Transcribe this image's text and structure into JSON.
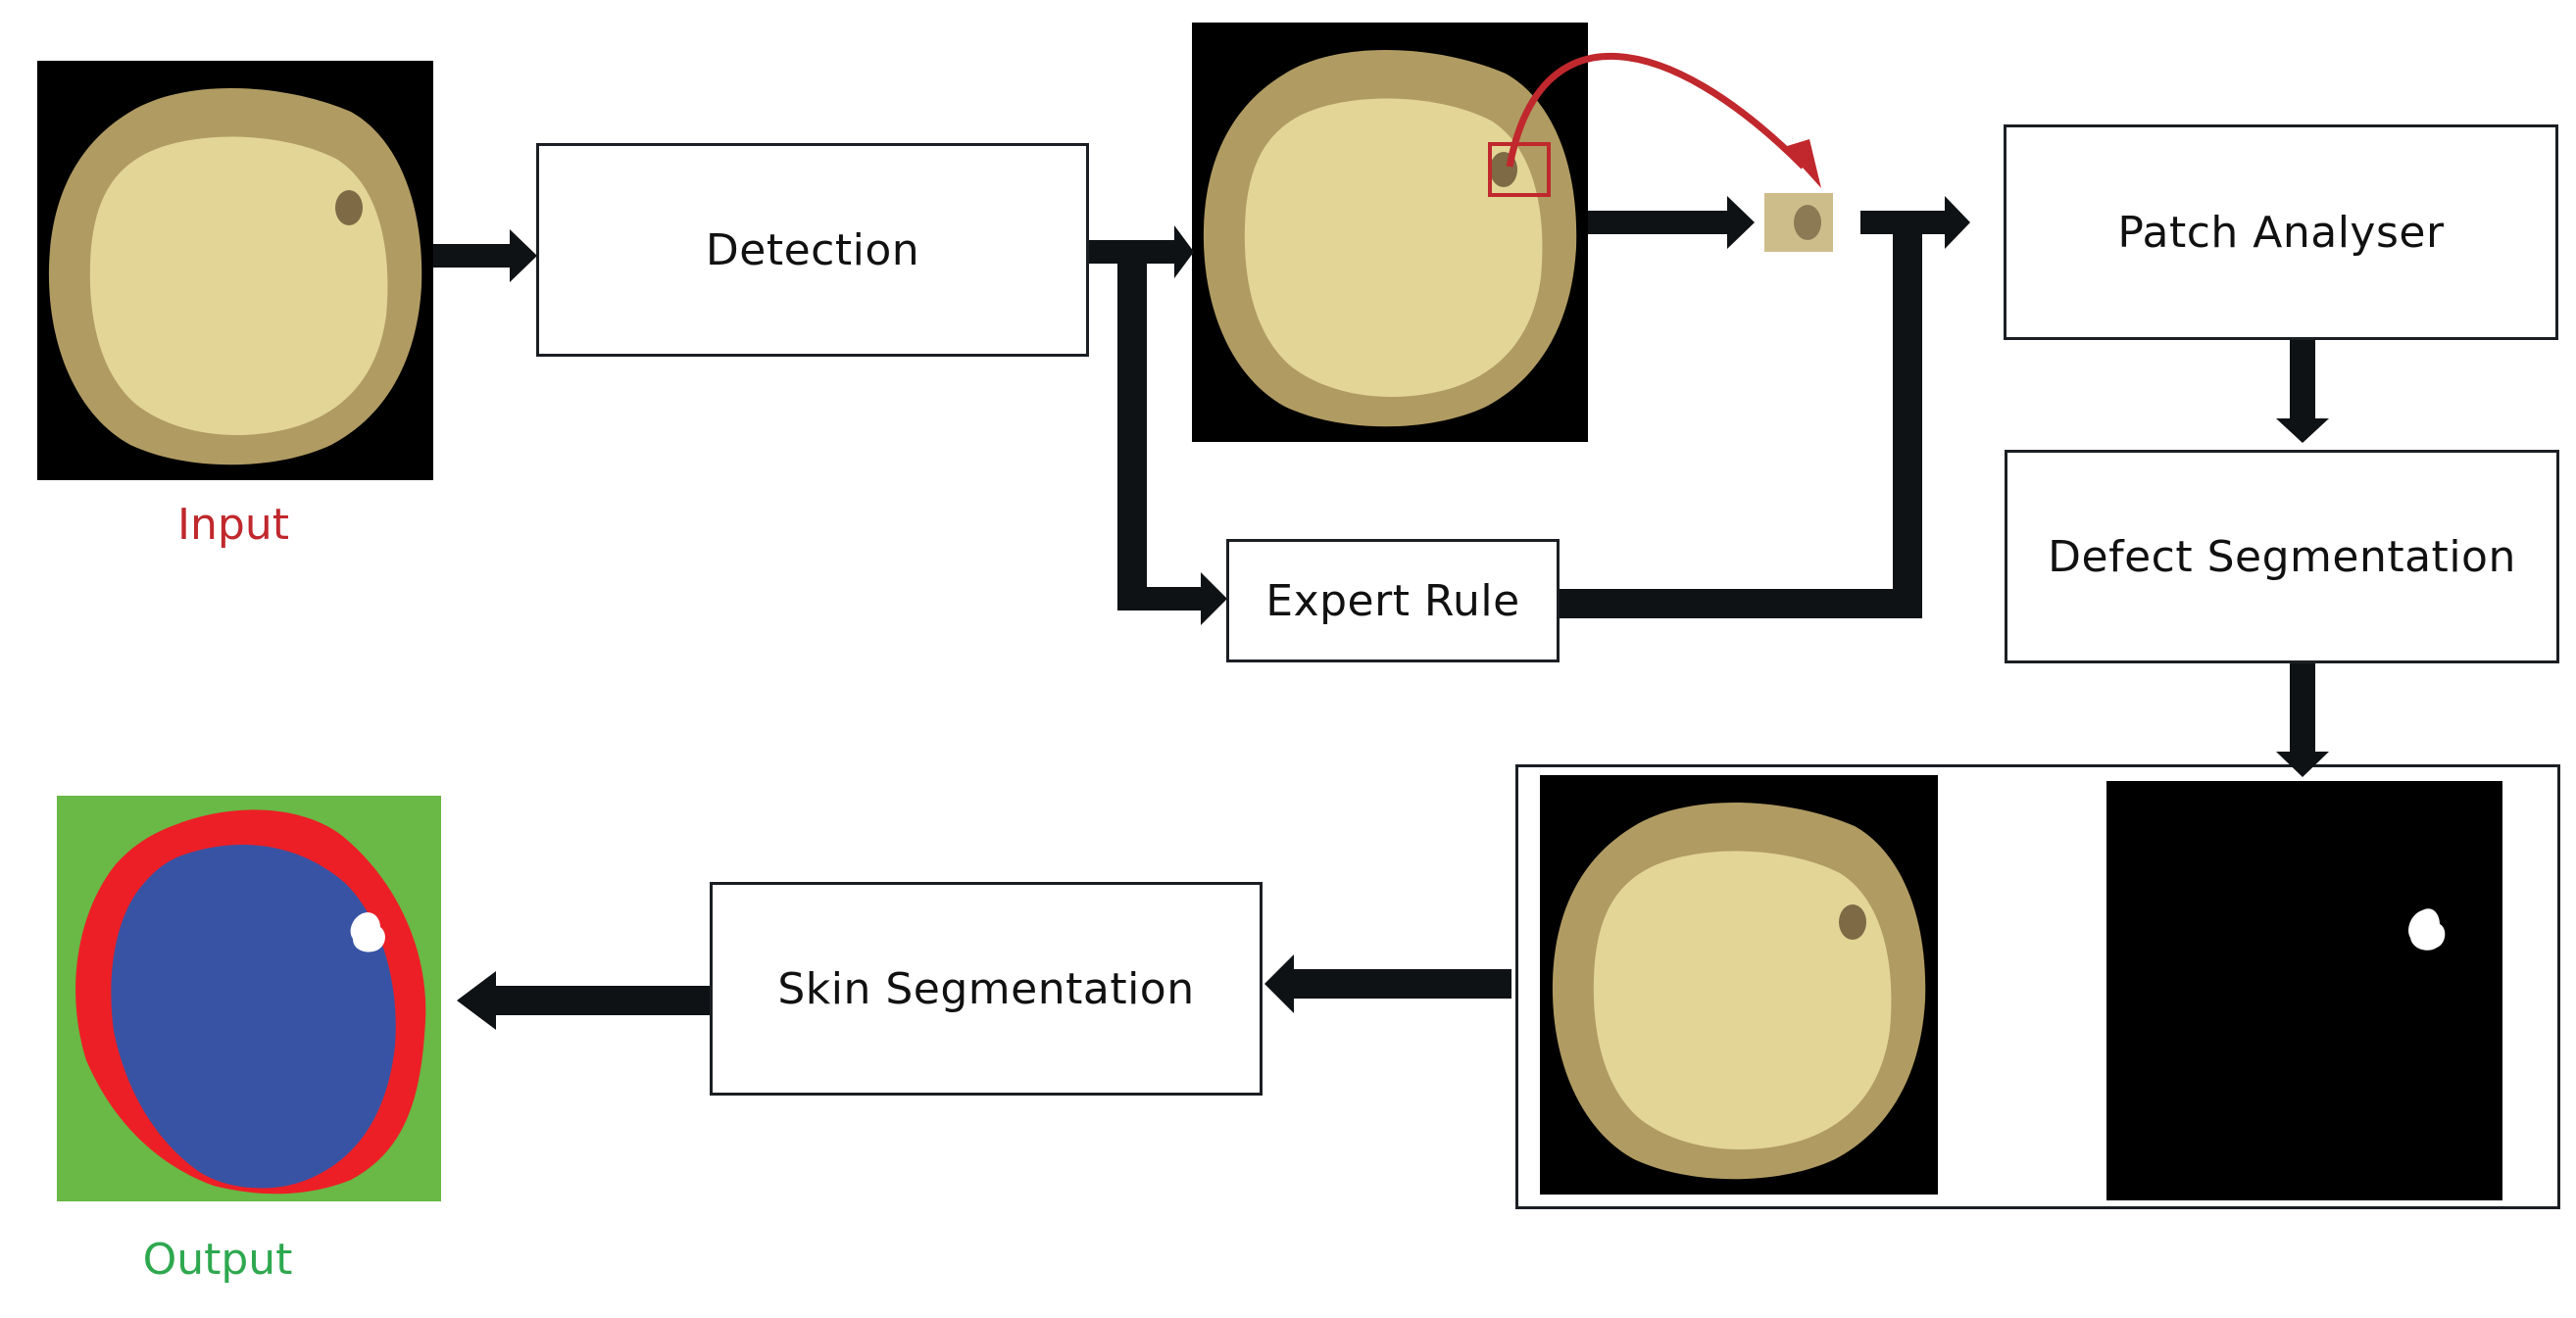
{
  "labels": {
    "input": "Input",
    "output": "Output"
  },
  "steps": {
    "detection": "Detection",
    "expert_rule": "Expert Rule",
    "patch_analyser": "Patch Analyser",
    "defect_segmentation": "Defect Segmentation",
    "skin_segmentation": "Skin Segmentation"
  },
  "colors": {
    "input_label": "#c0282d",
    "output_label": "#2ea84f",
    "highlight": "#c0282d",
    "potato_flesh": "#e2d596",
    "potato_skin": "#b09b62",
    "mask_background": "#6ab845",
    "mask_skin": "#ec1f26",
    "mask_flesh": "#3953a4",
    "defect": "#ffffff",
    "arrow": "#0f1215"
  }
}
